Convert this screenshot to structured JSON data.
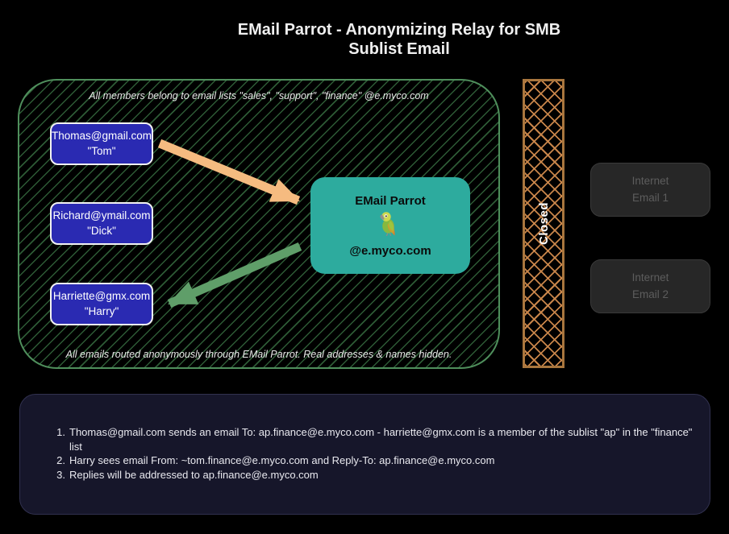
{
  "title": {
    "line1": "EMail Parrot - Anonymizing Relay for SMB",
    "line2": "Sublist Email"
  },
  "relay_zone": {
    "top_note": "All members belong to email lists \"sales\", \"support\", \"finance\" @e.myco.com",
    "members": [
      {
        "email": "Thomas@gmail.com",
        "alias": "\"Tom\""
      },
      {
        "email": "Richard@ymail.com",
        "alias": "\"Dick\""
      },
      {
        "email": "Harriette@gmx.com",
        "alias": "\"Harry\""
      }
    ],
    "parrot": {
      "name": "EMail Parrot",
      "icon": "parrot-icon",
      "domain": "@e.myco.com"
    },
    "bottom_note": "All emails routed anonymously through EMail Parrot. Real addresses & names hidden."
  },
  "barrier": {
    "label": "Closed"
  },
  "internet_nodes": [
    {
      "line1": "Internet",
      "line2": "Email 1"
    },
    {
      "line1": "Internet",
      "line2": "Email 2"
    }
  ],
  "notes": {
    "items": [
      {
        "num": "1.",
        "text": "Thomas@gmail.com sends an email To: ap.finance@e.myco.com - harriette@gmx.com is a member of the sublist \"ap\" in the \"finance\" list"
      },
      {
        "num": "2.",
        "text": "Harry sees email From: ~tom.finance@e.myco.com and Reply-To: ap.finance@e.myco.com"
      },
      {
        "num": "3.",
        "text": "Replies will be addressed to ap.finance@e.myco.com"
      }
    ]
  },
  "colors": {
    "member_box": "#2a2ab2",
    "parrot_box": "#2dab9e",
    "send_arrow": "#f5bb80",
    "deliver_arrow": "#5f9e69",
    "zone_border": "#4f8f5c",
    "zone_hatch": "#2d5a35",
    "barrier": "#c8854a",
    "internet_box": "#272727",
    "notes_panel": "#16162a"
  }
}
